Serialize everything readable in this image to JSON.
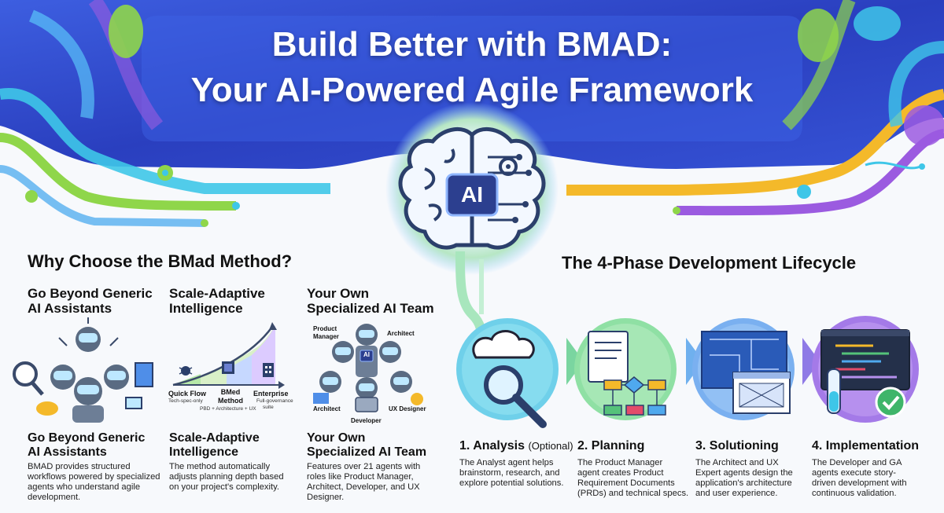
{
  "header": {
    "title_line1": "Build Better with BMAD:",
    "title_line2": "Your AI-Powered Agile Framework",
    "ai_badge": "AI"
  },
  "why": {
    "heading": "Why Choose the BMad Method?",
    "features": [
      {
        "title_top": [
          "Go Beyond Generic",
          "AI Assistants"
        ],
        "title": [
          "Go Beyond Generic",
          "AI Assistants"
        ],
        "desc": [
          "BMAD provides structured",
          "workflows powered by specialized",
          "agents who understand agile",
          "development."
        ]
      },
      {
        "title_top": [
          "Scale-Adaptive",
          "Intelligence"
        ],
        "title": [
          "Scale-Adaptive",
          "Intelligence"
        ],
        "desc": [
          "The method automatically",
          "adjusts planning depth based",
          "on your project's complexity."
        ]
      },
      {
        "title_top": [
          "Your Own",
          "Specialized AI Team"
        ],
        "title": [
          "Your Own",
          "Specialized AI Team"
        ],
        "desc": [
          "Features over 21 agents with",
          "roles like Product Manager,",
          "Architect, Developer, and UX",
          "Designer."
        ]
      }
    ],
    "scale_chart": {
      "quick_flow": "Quick Flow",
      "quick_flow_sub": "Tech-spec-only",
      "bmed": [
        "BMed",
        "Method"
      ],
      "bmed_sub": "PBD + Architecture + UX",
      "enterprise": "Enterprise",
      "enterprise_sub": [
        "Full-governance",
        "suite"
      ]
    },
    "team_labels": {
      "pm": [
        "Product",
        "Manager"
      ],
      "architect_top": "Architect",
      "architect_left": "Architect",
      "developer": "Developer",
      "ux": "UX Designer",
      "ai": "AI"
    }
  },
  "lifecycle": {
    "heading": "The 4-Phase Development Lifecycle",
    "phases": [
      {
        "num": "1.",
        "title": "Analysis",
        "optional": "(Optional)",
        "desc": [
          "The Analyst agent helps",
          "brainstorm, research, and",
          "explore potential solutions."
        ]
      },
      {
        "num": "2.",
        "title": "Planning",
        "optional": "",
        "desc": [
          "The Product Manager",
          "agent creates Product",
          "Requirement Documents",
          "(PRDs) and technical specs."
        ]
      },
      {
        "num": "3.",
        "title": "Solutioning",
        "optional": "",
        "desc": [
          "The Architect and UX",
          "Expert agents design the",
          "application's architecture",
          "and user experience."
        ]
      },
      {
        "num": "4.",
        "title": "Implementation",
        "optional": "",
        "desc": [
          "The Developer and GA",
          "agents execute story-",
          "driven development with",
          "continuous validation."
        ]
      }
    ]
  },
  "colors": {
    "header_blue": "#3048c8",
    "header_deep": "#2436a8",
    "cyan": "#3ec6e8",
    "green": "#7fd04a",
    "purple": "#8a4fd8",
    "yellow": "#f4b92a",
    "robot_body": "#5a6b82"
  }
}
